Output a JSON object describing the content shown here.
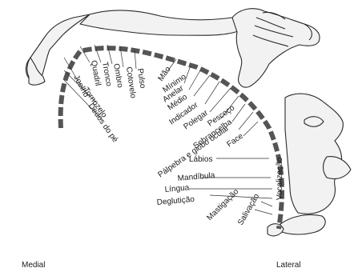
{
  "labels": {
    "joelho": "Joelho",
    "tornozelo": "Tornozelo",
    "dedos_pe": "Dedos do pé",
    "quadril": "Quadril",
    "tronco": "Tronco",
    "ombro": "Ombro",
    "cotovelo": "Cotovelo",
    "pulso": "Pulso",
    "mao": "Mão",
    "minimo": "Mínimo",
    "anelar": "Anelar",
    "medio": "Médio",
    "indicador": "Indicador",
    "polegar": "Polegar",
    "pescoco": "Pescoço",
    "sobrancelha": "Sobrancelha",
    "palpebra": "Pálpebra e globo ocular",
    "face": "Face",
    "labios": "Lábios",
    "mandibula": "Mandíbula",
    "lingua": "Língua",
    "degluticao": "Deglutição",
    "mastigacao": "Mastigação",
    "salivacao": "Salivação",
    "vocalizacao": "Vocalização"
  },
  "axis": {
    "medial": "Medial",
    "lateral": "Lateral"
  }
}
